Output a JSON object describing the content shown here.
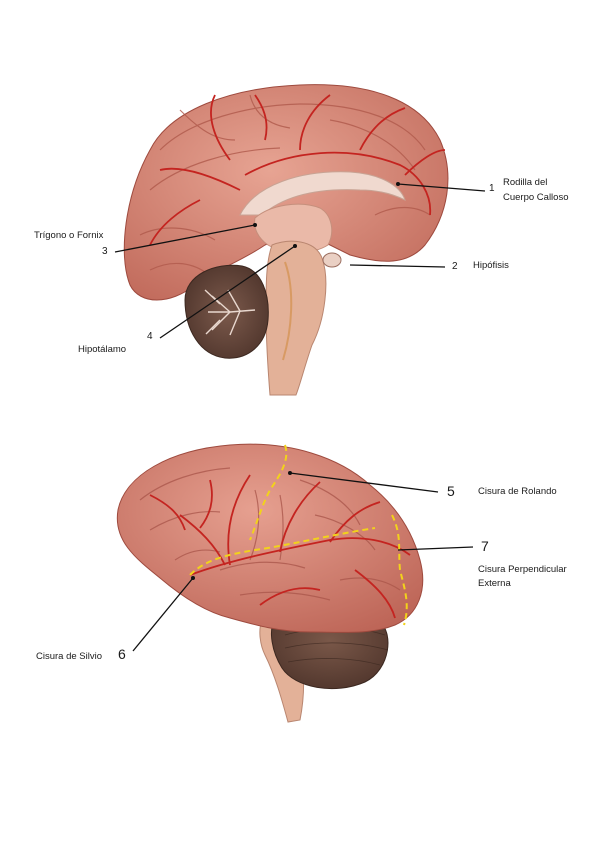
{
  "colors": {
    "cortex": "#d9897a",
    "cortex_dark": "#b7584c",
    "vessel": "#c42420",
    "cerebellum": "#6b4b3f",
    "fissure": "#f2d21b",
    "brainstem": "#e3b198"
  },
  "sagittal": {
    "structures": [
      {
        "number": "1",
        "label_lines": [
          "Rodilla del",
          "Cuerpo Calloso"
        ]
      },
      {
        "number": "2",
        "label_lines": [
          "Hipófisis"
        ]
      },
      {
        "number": "3",
        "label_lines": [
          "Trígono o Fornix"
        ]
      },
      {
        "number": "4",
        "label_lines": [
          "Hipotálamo"
        ]
      }
    ]
  },
  "lateral": {
    "structures": [
      {
        "number": "5",
        "label_lines": [
          "Cisura de Rolando"
        ]
      },
      {
        "number": "6",
        "label_lines": [
          "Cisura de Silvio"
        ]
      },
      {
        "number": "7",
        "label_lines": [
          "Cisura Perpendicular",
          "Externa"
        ]
      }
    ]
  }
}
